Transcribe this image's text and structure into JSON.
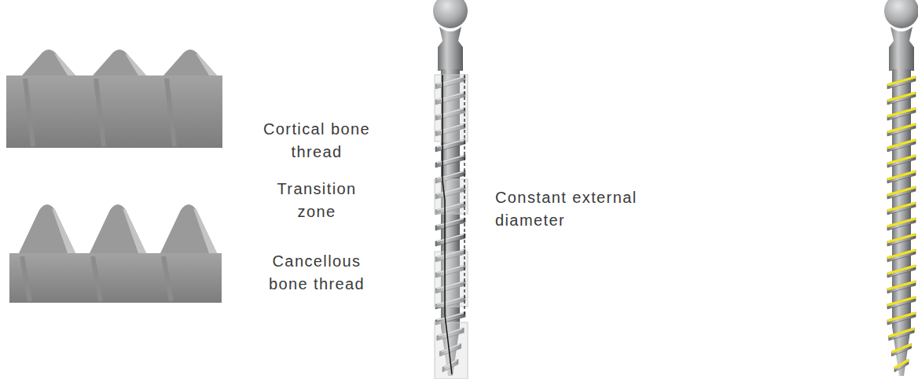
{
  "diagram": {
    "labels": [
      "Cortical bone thread",
      "Transition zone",
      "Cancellous bone thread",
      "Constant external diameter"
    ]
  }
}
